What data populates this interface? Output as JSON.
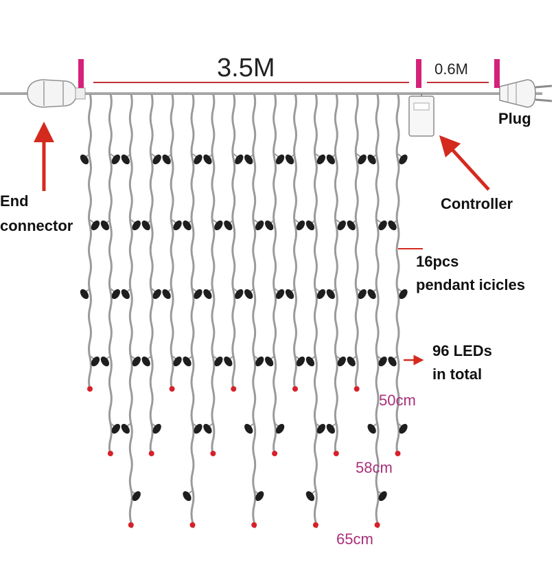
{
  "dimensions": {
    "main_length": "3.5M",
    "lead_length": "0.6M"
  },
  "labels": {
    "end_connector_line1": "End",
    "end_connector_line2": "connector",
    "plug": "Plug",
    "controller": "Controller",
    "icicles_line1": "16pcs",
    "icicles_line2": "pendant icicles",
    "leds_line1": "96 LEDs",
    "leds_line2": "in total"
  },
  "strand_lengths": {
    "short": "50cm",
    "medium": "58cm",
    "long": "65cm"
  },
  "specs": {
    "pendant_count": 16,
    "led_count": 96
  },
  "colors": {
    "dimension_marker": "#d4227a",
    "dimension_line": "#c0303a",
    "arrow": "#d42a1e",
    "wire": "#9a9a9a",
    "led_bulb": "#1e1e1e",
    "wire_end": "#d8202a",
    "length_text": "#a8307a"
  },
  "icons": {
    "end_connector": "end-connector-icon",
    "plug": "plug-icon",
    "controller": "controller-box-icon"
  }
}
